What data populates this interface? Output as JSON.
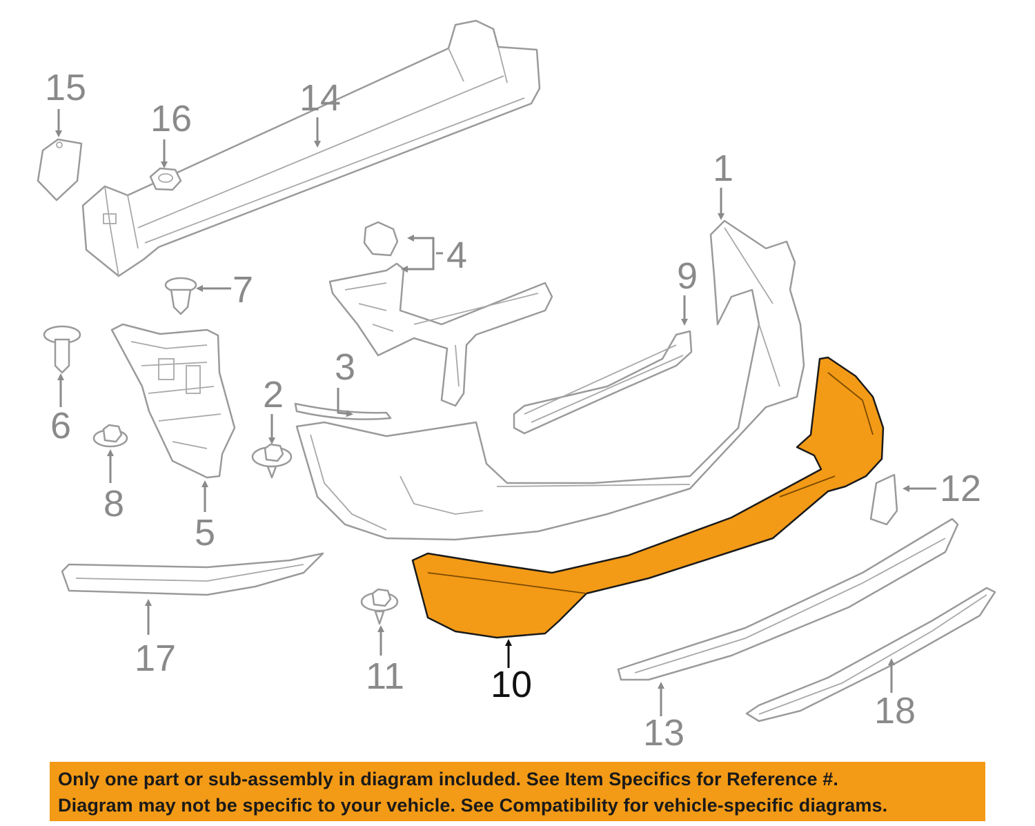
{
  "colors": {
    "highlight": "#f39a16",
    "line": "#9a9a9a",
    "label": "#8a8a8a"
  },
  "callouts": {
    "c1": "1",
    "c2": "2",
    "c3": "3",
    "c4": "4",
    "c5": "5",
    "c6": "6",
    "c7": "7",
    "c8": "8",
    "c9": "9",
    "c10": "10",
    "c11": "11",
    "c12": "12",
    "c13": "13",
    "c14": "14",
    "c15": "15",
    "c16": "16",
    "c17": "17",
    "c18": "18"
  },
  "banner": {
    "line1": "Only one part or sub-assembly in diagram included. See Item Specifics for Reference #.",
    "line2": "Diagram may not be specific to your vehicle. See Compatibility for vehicle-specific diagrams."
  }
}
